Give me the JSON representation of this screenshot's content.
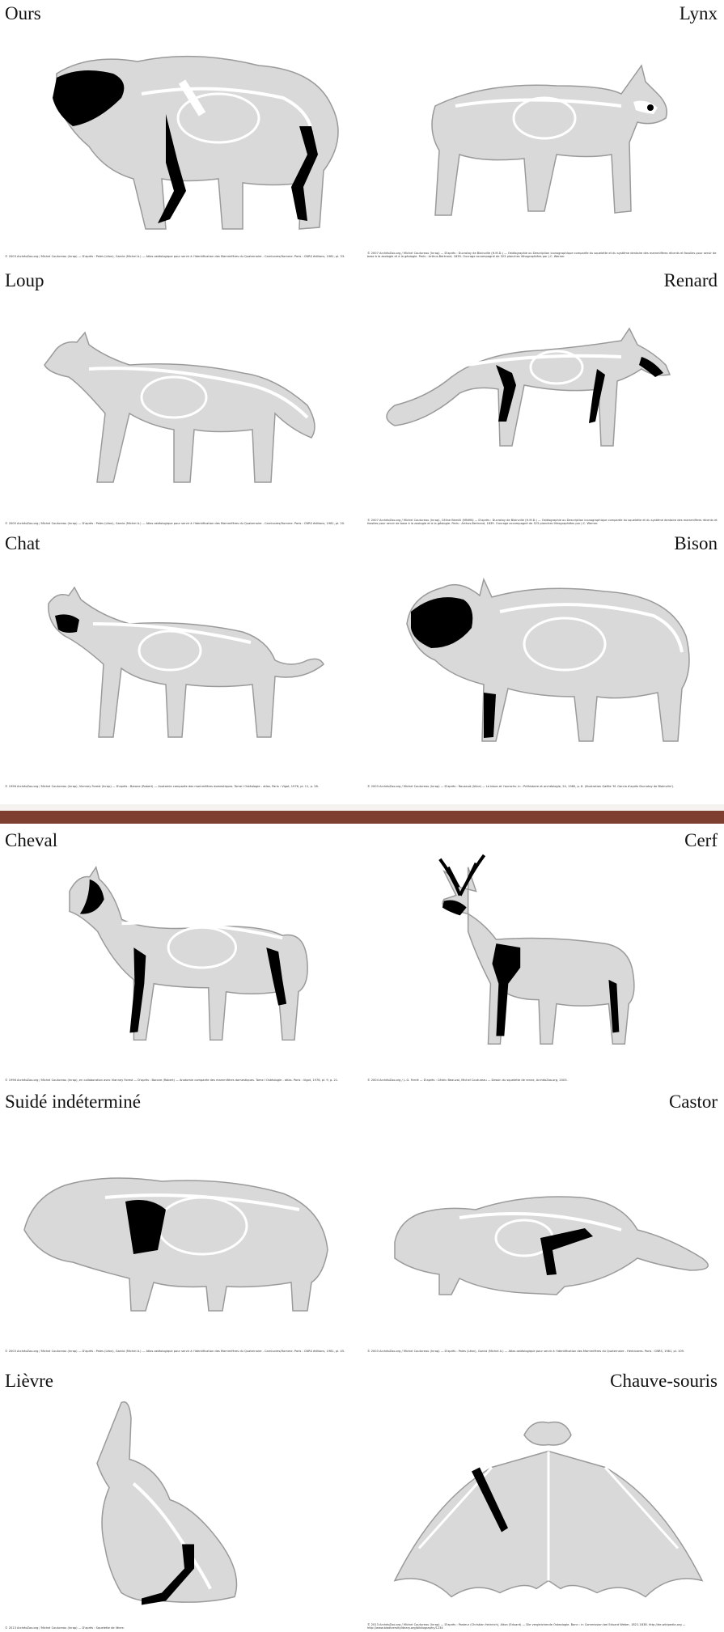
{
  "panels": [
    {
      "name": "Ours",
      "credit": "© 2003 ArchéoZoo.org / Michel Coutureau (Inrap) — D'après : Pales (Léon), Garcia (Michel A.) — Atlas ostéologique pour servir à l'identification des Mammifères du Quaternaire - Carnivores/Homme. Paris : CNRS éditions, 1981, pl. 33."
    },
    {
      "name": "Lynx",
      "credit": "© 2007 ArchéoZoo.org / Michel Coutureau (Inrap) — D'après : Ducrotay de Blainville (H.M.D.) — Ostéographie ou Description iconographique comparée du squelette et du système dentaire des mammifères récents et fossiles pour servir de base à la zoologie et à la géologie. Paris : Arthus-Bertrand, 1839. Ouvrage accompagné de 323 planches lithographiées par J.C. Werner."
    },
    {
      "name": "Loup",
      "credit": "© 2000 ArchéoZoo.org / Michel Coutureau (Inrap) — D'après : Pales (Léon), Garcia (Michel A.) — Atlas ostéologique pour servir à l'identification des Mammifères du Quaternaire - Carnivores/Homme. Paris : CNRS éditions, 1981, pl. 20."
    },
    {
      "name": "Renard",
      "credit": "© 2007 ArchéoZoo.org / Michel Coutureau (Inrap), Céline Bemilli (MNHN) — D'après : Ducrotay de Blainville (H.M.D.) — Ostéographie ou Description iconographique comparée du squelette et du système dentaire des mammifères récents et fossiles pour servir de base à la zoologie et à la géologie. Paris : Arthus-Bertrand, 1839. Ouvrage accompagné de 323 planches lithographiées par J.C. Werner."
    },
    {
      "name": "Chat",
      "credit": "© 1996 ArchéoZoo.org / Michel Coutureau (Inrap), Vianney Forest (Inrap) — D'après : Barone (Robert) — Anatomie comparée des mammifères domestiques. Tome I Ostéologie - atlas. Paris : Vigot, 1976, pl. 11, p. 28."
    },
    {
      "name": "Bison",
      "credit": "© 2003 ArchéoZoo.org / Michel Coutureau (Inrap) — D'après : Rouzaud (Aline) — Le bison et l'aurochs. in : Préhistoire et archéologie, 24, 1980, p. 8. (Illustration Gaëlle 'M. Garcia d'après Ducrotay de Blainville')."
    },
    {
      "name": "Cheval",
      "credit": "© 1996 ArchéoZoo.org / Michel Coutureau (Inrap), en collaboration avec Vianney Forest — D'après : Barone (Robert) — Anatomie comparée des mammifères domestiques. Tome I Ostéologie - atlas. Paris : Vigot, 1976, pl. 9, p. 21."
    },
    {
      "name": "Cerf",
      "credit": "© 2004 ArchéoZoo.org / J.-G. Ferrié — D'après : Cédric Beauval, Michel Coutureau — Dessin du squelette de renne, ArchéoZoo.org, 2003."
    },
    {
      "name": "Suidé indéterminé",
      "credit": "© 2003 ArchéoZoo.org / Michel Coutureau (Inrap) — D'après : Pales (Léon), Garcia (Michel A.) — Atlas ostéologique pour servir à l'identification des Mammifères du Quaternaire - Carnivores/Homme. Paris : CNRS éditions, 1981, pl. 45."
    },
    {
      "name": "Castor",
      "credit": "© 2003 ArchéoZoo.org / Michel Coutureau (Inrap) — D'après : Pales (Léon), Garcia (Michel A.) — Atlas ostéologique pour servir à l'identification des Mammifères du Quaternaire - Herbivores. Paris : CNRS, 1981, pl. 109."
    },
    {
      "name": "Lièvre",
      "credit": "© 2013 ArchéoZoo.org / Michel Coutureau (Inrap) — D'après : Squelette de lièvre."
    },
    {
      "name": "Chauve-souris",
      "credit": "© 2013 ArchéoZoo.org / Michel Coutureau (Inrap) — D'après : Pasteur (Christian Heinrich), Alton (Eduard) — Die vergleichende Osteologie. Bonn : in Commission bei Eduard Weber, 1821-1838. http://de.wikipedia.org — http://www.biodiversitylibrary.org/bibliography/1234"
    }
  ],
  "colors": {
    "silhouette": "#d9d9d9",
    "outline": "#9a9a9a",
    "bone": "#ffffff",
    "highlight": "#000000",
    "divider": "#7e3f31"
  }
}
